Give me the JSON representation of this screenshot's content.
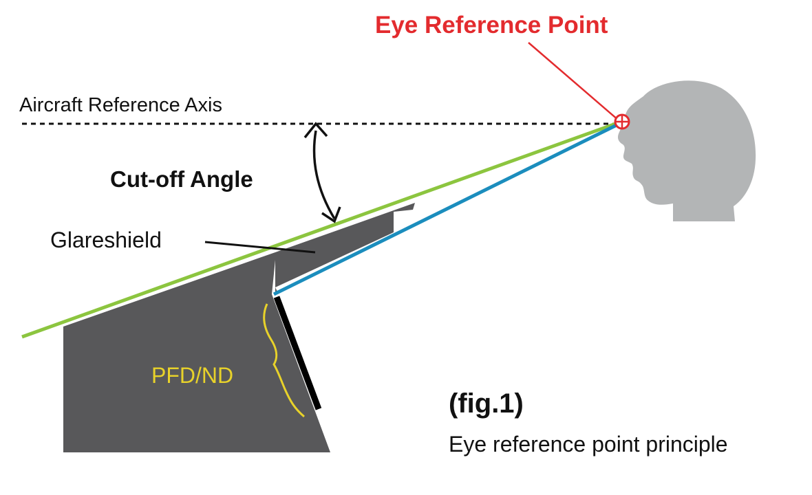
{
  "labels": {
    "eye_reference_point": "Eye Reference Point",
    "aircraft_reference_axis": "Aircraft Reference Axis",
    "cut_off_angle": "Cut-off Angle",
    "glareshield": "Glareshield",
    "pfd_nd": "PFD/ND",
    "fig_number": "(fig.1)",
    "caption": "Eye reference point principle"
  },
  "colors": {
    "eye_reference_point": "#e32b2e",
    "green_sight_line": "#8cc53f",
    "blue_sight_line": "#1b8dbd",
    "panel": "#58585a",
    "head": "#b3b5b6",
    "pfd_nd": "#e8d22a",
    "text": "#111111"
  },
  "icons": {
    "eye_marker": "crosshair-circle-icon",
    "head": "head-silhouette-icon"
  }
}
